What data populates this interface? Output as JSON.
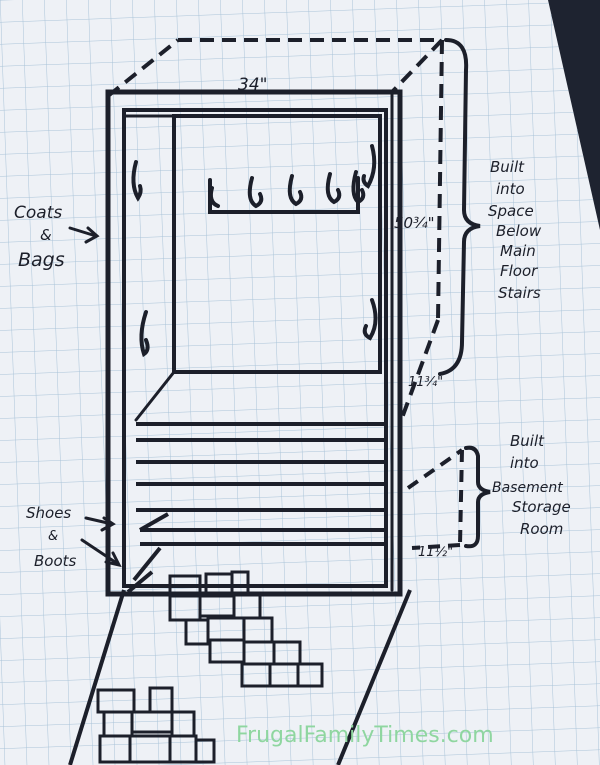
{
  "sketch": {
    "width_label": "34\"",
    "height_label": "50¾\"",
    "depth_upper_label": "11¾\"",
    "depth_lower_label": "11½\"",
    "coats_label_line1": "Coats",
    "coats_label_line2": "&",
    "coats_label_line3": "Bags",
    "shoes_label_line1": "Shoes",
    "shoes_label_line2": "&",
    "shoes_label_line3": "Boots",
    "upper_note": [
      "Built",
      "into",
      "Space",
      "Below",
      "Main",
      "Floor",
      "Stairs"
    ],
    "lower_note": [
      "Built",
      "into",
      "Basement",
      "Storage",
      "Room"
    ]
  },
  "watermark": {
    "text": "FrugalFamilyTimes.com",
    "color": "#8fd6a0"
  },
  "colors": {
    "paper": "#eef1f6",
    "grid": "#a9c3d8",
    "ink": "#1c1f2a",
    "background": "#1e2330"
  }
}
